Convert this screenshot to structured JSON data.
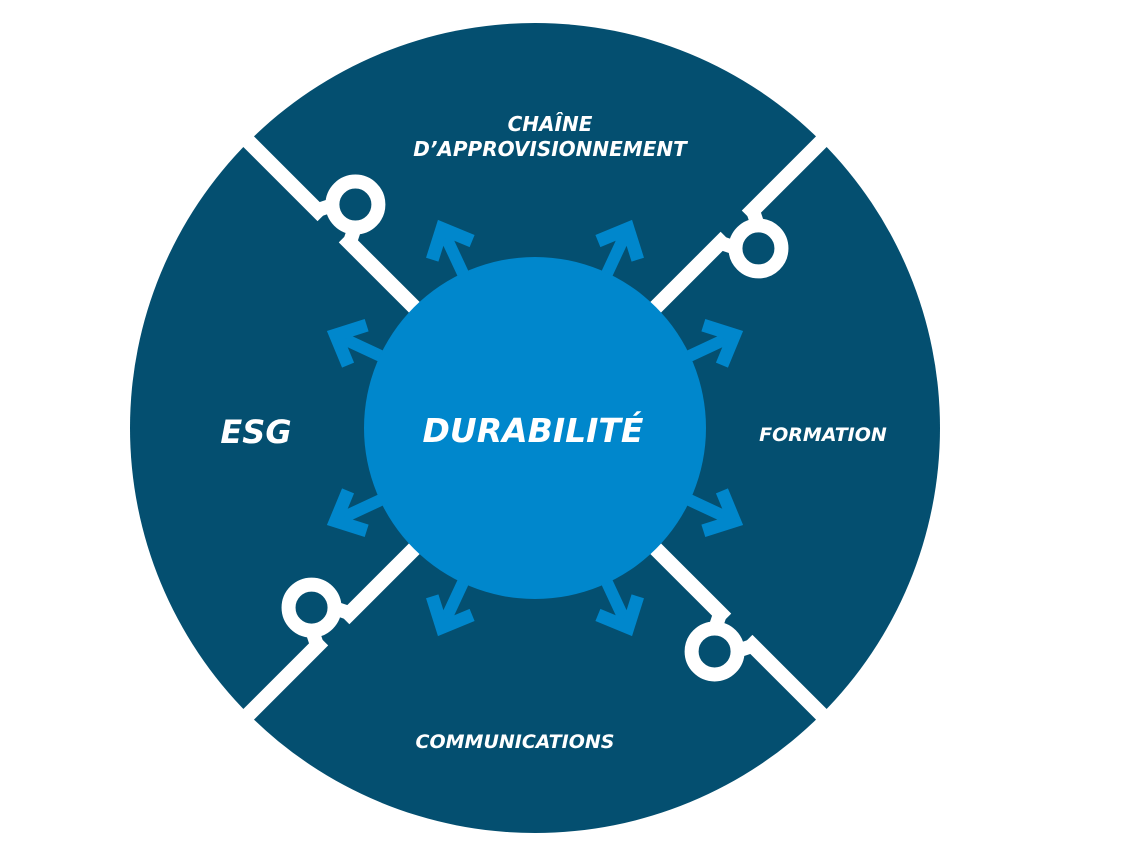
{
  "diagram": {
    "center": "DURABILITÉ",
    "segments": {
      "top_line1": "CHAÎNE",
      "top_line2": "D’APPROVISIONNEMENT",
      "right": "FORMATION",
      "bottom": "COMMUNICATIONS",
      "left": "ESG"
    }
  },
  "colors": {
    "outer": "#044f70",
    "inner": "#0087cc",
    "divider": "#ffffff"
  }
}
